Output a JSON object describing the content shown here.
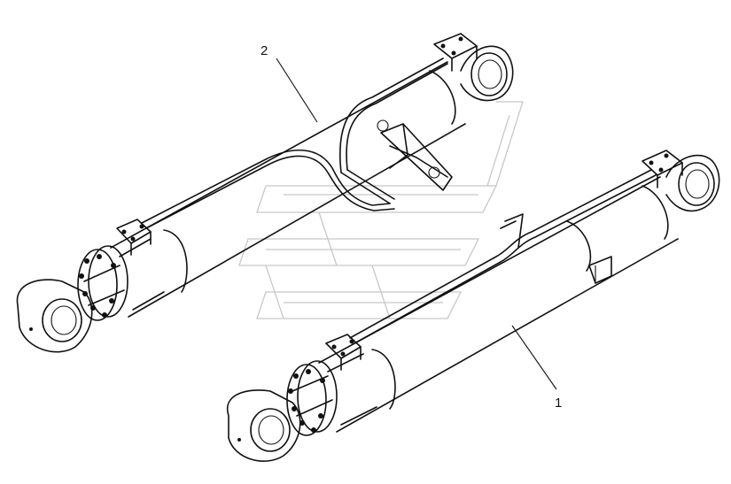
{
  "callouts": [
    {
      "label": "2",
      "part": "hydraulic-cylinder-with-pipe-bracket"
    },
    {
      "label": "1",
      "part": "hydraulic-cylinder"
    }
  ],
  "watermark_icon": "brand-logo-watermark"
}
